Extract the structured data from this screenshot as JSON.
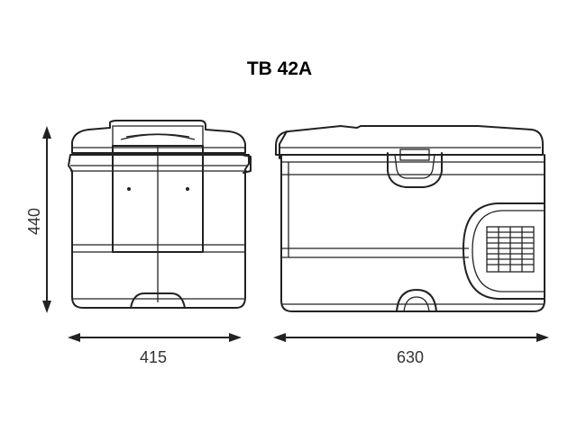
{
  "title": "TB 42A",
  "dimensions": {
    "height": "440",
    "depth": "415",
    "width": "630"
  }
}
